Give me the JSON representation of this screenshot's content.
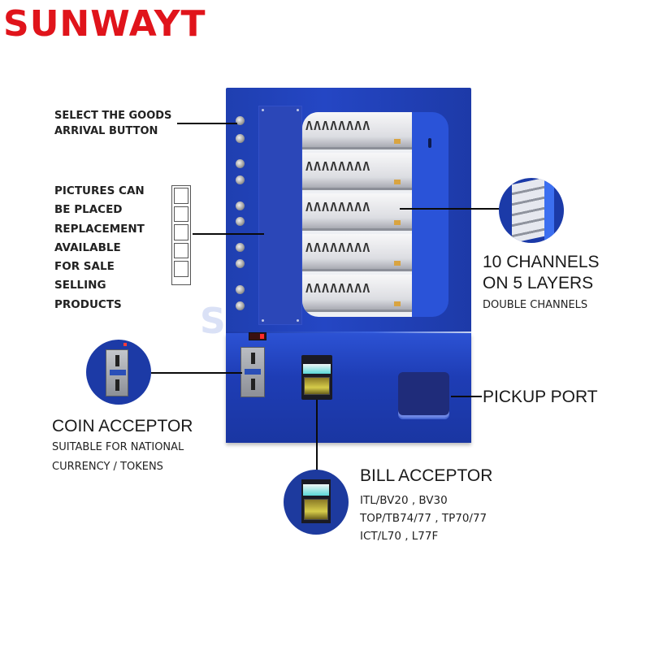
{
  "brand": {
    "name": "SUNWAYT",
    "color": "#e0141b"
  },
  "watermark": "S",
  "machine": {
    "body_color": "#2446c4",
    "selection_buttons": 10,
    "layers": 5,
    "spiral_row": "ΛΛΛΛΛΛΛΛ"
  },
  "callouts": {
    "select_button": {
      "lines": [
        "SELECT THE GOODS",
        "ARRIVAL BUTTON"
      ]
    },
    "pictures": {
      "lines": [
        "PICTURES CAN",
        "BE PLACED",
        "REPLACEMENT",
        "AVAILABLE",
        "FOR SALE",
        "SELLING",
        "PRODUCTS"
      ],
      "picture_slots": 5
    },
    "channels": {
      "title_lines": [
        "10 CHANNELS",
        "ON 5 LAYERS"
      ],
      "subtitle": "DOUBLE CHANNELS"
    },
    "coin_acceptor": {
      "title": "COIN ACCEPTOR",
      "lines": [
        "SUITABLE FOR NATIONAL",
        "CURRENCY / TOKENS"
      ]
    },
    "pickup_port": {
      "title": "PICKUP PORT"
    },
    "bill_acceptor": {
      "title": "BILL ACCEPTOR",
      "lines": [
        "ITL/BV20 , BV30",
        "TOP/TB74/77 , TP70/77",
        "ICT/L70 , L77F"
      ]
    }
  }
}
